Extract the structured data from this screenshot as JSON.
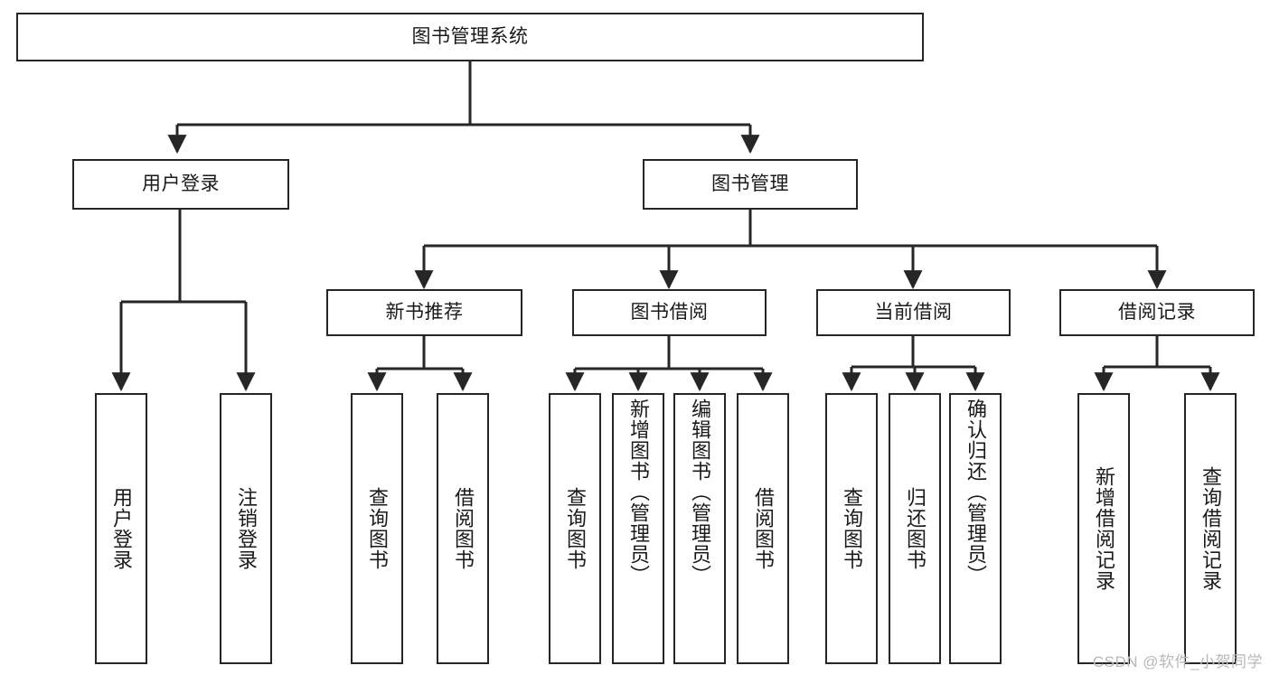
{
  "diagram": {
    "type": "tree-hierarchy",
    "title": "图书管理系统",
    "root": {
      "id": "root",
      "label": "图书管理系统",
      "level": 1
    },
    "level2": [
      {
        "id": "user-login",
        "label": "用户登录"
      },
      {
        "id": "book-manage",
        "label": "图书管理"
      }
    ],
    "level3": [
      {
        "id": "new-book-recommend",
        "label": "新书推荐",
        "parent": "book-manage"
      },
      {
        "id": "book-borrow",
        "label": "图书借阅",
        "parent": "book-manage"
      },
      {
        "id": "current-borrow",
        "label": "当前借阅",
        "parent": "book-manage"
      },
      {
        "id": "borrow-record",
        "label": "借阅记录",
        "parent": "book-manage"
      }
    ],
    "leaves": {
      "user_login": [
        {
          "id": "leaf-user-login",
          "label": "用户登录"
        },
        {
          "id": "leaf-user-logout",
          "label": "注销登录"
        }
      ],
      "new_book_recommend": [
        {
          "id": "leaf-query-book-1",
          "label": "查询图书"
        },
        {
          "id": "leaf-borrow-book-1",
          "label": "借阅图书"
        }
      ],
      "book_borrow": [
        {
          "id": "leaf-query-book-2",
          "label": "查询图书"
        },
        {
          "id": "leaf-add-book",
          "label": "新增图书（管理员）"
        },
        {
          "id": "leaf-edit-book",
          "label": "编辑图书（管理员）"
        },
        {
          "id": "leaf-borrow-book-2",
          "label": "借阅图书"
        }
      ],
      "current_borrow": [
        {
          "id": "leaf-query-book-3",
          "label": "查询图书"
        },
        {
          "id": "leaf-return-book",
          "label": "归还图书"
        },
        {
          "id": "leaf-confirm-return",
          "label": "确认归还（管理员）"
        }
      ],
      "borrow_record": [
        {
          "id": "leaf-add-record",
          "label": "新增借阅记录"
        },
        {
          "id": "leaf-query-record",
          "label": "查询借阅记录"
        }
      ]
    },
    "style": {
      "line_color": "#262626",
      "box_border_color": "#262626",
      "box_fill": "#ffffff",
      "text_color": "#1a1a1a",
      "background": "#ffffff"
    }
  },
  "watermark": {
    "text": "CSDN @软件_小贺同学",
    "color": "#b8b8b8"
  }
}
